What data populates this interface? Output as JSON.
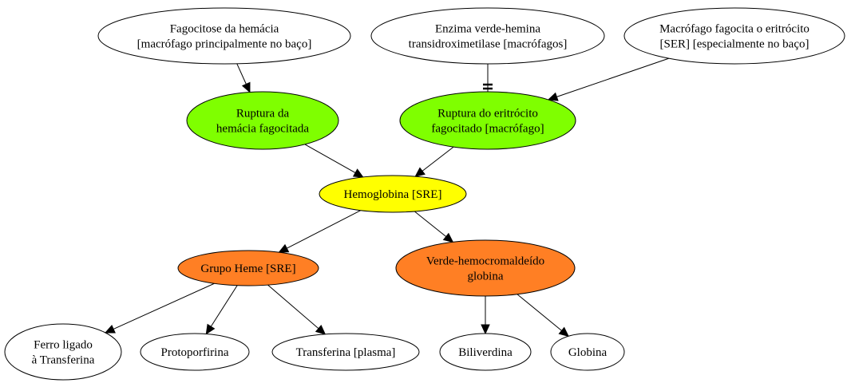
{
  "colors": {
    "white": "#ffffff",
    "green": "#7fff00",
    "yellow": "#ffff00",
    "orange": "#ff7f24",
    "stroke": "#000000"
  },
  "nodes": {
    "fagocitose": {
      "lines": [
        "Fagocitose da hemácia",
        "[macrófago principalmente no baço]"
      ],
      "color": "white"
    },
    "enzima": {
      "lines": [
        "Enzima verde-hemina",
        "transidroximetilase [macrófagos]"
      ],
      "color": "white"
    },
    "macrofago": {
      "lines": [
        "Macrófago fagocita o eritrócito",
        "[SER] [especialmente no baço]"
      ],
      "color": "white"
    },
    "ruptura_hemacia": {
      "lines": [
        "Ruptura da",
        "hemácia fagocitada"
      ],
      "color": "green"
    },
    "ruptura_eritrocito": {
      "lines": [
        "Ruptura do eritrócito",
        "fagocitado [macrófago]"
      ],
      "color": "green"
    },
    "hemoglobina": {
      "lines": [
        "Hemoglobina [SRE]"
      ],
      "color": "yellow"
    },
    "grupo_heme": {
      "lines": [
        "Grupo Heme [SRE]"
      ],
      "color": "orange"
    },
    "verde": {
      "lines": [
        "Verde-hemocromaldeído",
        "globina"
      ],
      "color": "orange"
    },
    "ferro": {
      "lines": [
        "Ferro ligado",
        "à Transferina"
      ],
      "color": "white"
    },
    "protoporfirina": {
      "lines": [
        "Protoporfirina"
      ],
      "color": "white"
    },
    "transferina": {
      "lines": [
        "Transferina [plasma]"
      ],
      "color": "white"
    },
    "biliverdina": {
      "lines": [
        "Biliverdina"
      ],
      "color": "white"
    },
    "globina": {
      "lines": [
        "Globina"
      ],
      "color": "white"
    }
  },
  "edges": [
    {
      "from": "fagocitose",
      "to": "ruptura_hemacia",
      "head": "arrow"
    },
    {
      "from": "enzima",
      "to": "ruptura_eritrocito",
      "head": "tee"
    },
    {
      "from": "macrofago",
      "to": "ruptura_eritrocito",
      "head": "arrow"
    },
    {
      "from": "ruptura_hemacia",
      "to": "hemoglobina",
      "head": "arrow"
    },
    {
      "from": "ruptura_eritrocito",
      "to": "hemoglobina",
      "head": "arrow"
    },
    {
      "from": "hemoglobina",
      "to": "grupo_heme",
      "head": "arrow"
    },
    {
      "from": "hemoglobina",
      "to": "verde",
      "head": "arrow"
    },
    {
      "from": "grupo_heme",
      "to": "ferro",
      "head": "arrow"
    },
    {
      "from": "grupo_heme",
      "to": "protoporfirina",
      "head": "arrow"
    },
    {
      "from": "grupo_heme",
      "to": "transferina",
      "head": "arrow"
    },
    {
      "from": "verde",
      "to": "biliverdina",
      "head": "arrow"
    },
    {
      "from": "verde",
      "to": "globina",
      "head": "arrow"
    }
  ]
}
